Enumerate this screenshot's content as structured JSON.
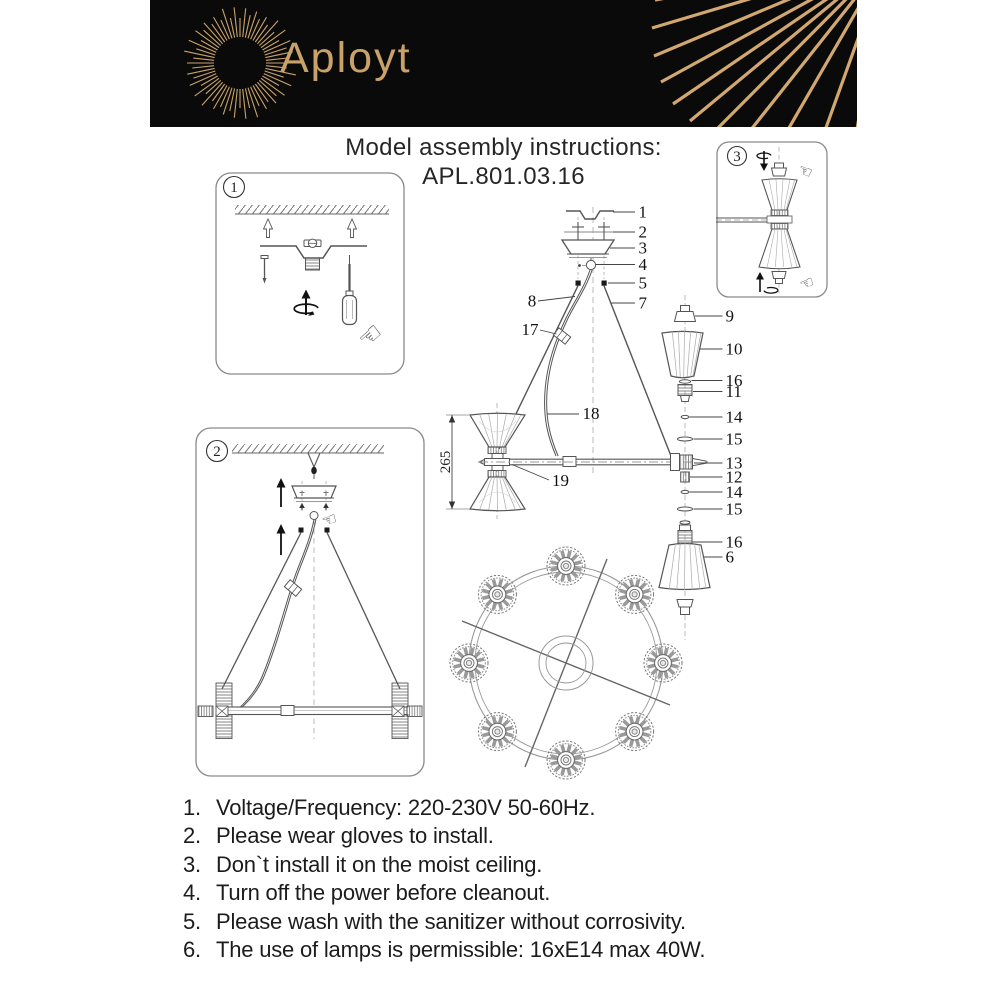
{
  "brand": {
    "name": "Aployt"
  },
  "title": {
    "line1": "Model assembly instructions:",
    "model": "APL.801.03.16"
  },
  "panels": {
    "p1": "1",
    "p2": "2",
    "p3": "3"
  },
  "diagram": {
    "dimension": "265",
    "callouts_top": [
      "1",
      "2",
      "3",
      "4",
      "5",
      "7"
    ],
    "callouts_left": [
      "8",
      "17"
    ],
    "callouts_center": [
      "18",
      "19"
    ],
    "callouts_right": [
      "9",
      "10",
      "16",
      "11",
      "14",
      "15",
      "13",
      "12",
      "14",
      "15",
      "16",
      "6"
    ]
  },
  "instructions": {
    "items": [
      {
        "num": "1.",
        "text": "Voltage/Frequency: 220-230V 50-60Hz."
      },
      {
        "num": "2.",
        "text": "Please wear gloves to install."
      },
      {
        "num": "3.",
        "text": "Don`t install it on the moist ceiling."
      },
      {
        "num": "4.",
        "text": "Turn off the power before cleanout."
      },
      {
        "num": "5.",
        "text": "Please wash with the sanitizer without corrosivity."
      },
      {
        "num": "6.",
        "text": "The use of lamps is permissible: 16xE14 max 40W."
      }
    ]
  },
  "colors": {
    "gold": "#C9A26A",
    "header_bg": "#0A0A0A",
    "diagram_line": "#555555"
  }
}
